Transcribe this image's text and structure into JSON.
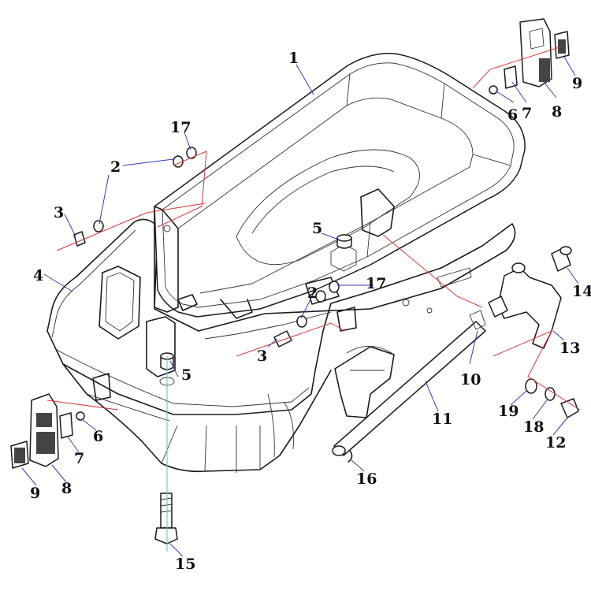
{
  "labels": {
    "p1": "1",
    "p2a": "2",
    "p2b": "2",
    "p3a": "3",
    "p3b": "3",
    "p4": "4",
    "p5a": "5",
    "p5b": "5",
    "p6a": "6",
    "p6b": "6",
    "p7a": "7",
    "p7b": "7",
    "p8a": "8",
    "p8b": "8",
    "p9a": "9",
    "p9b": "9",
    "p10": "10",
    "p11": "11",
    "p12": "12",
    "p13": "13",
    "p14": "14",
    "p15": "15",
    "p16": "16",
    "p17a": "17",
    "p17b": "17",
    "p18": "18",
    "p19": "19"
  },
  "colors": {
    "line": "#1a1a1a",
    "leader": "#3a3ab8",
    "axis": "#d43a3a",
    "axis_vertical": "#55c0d8"
  }
}
